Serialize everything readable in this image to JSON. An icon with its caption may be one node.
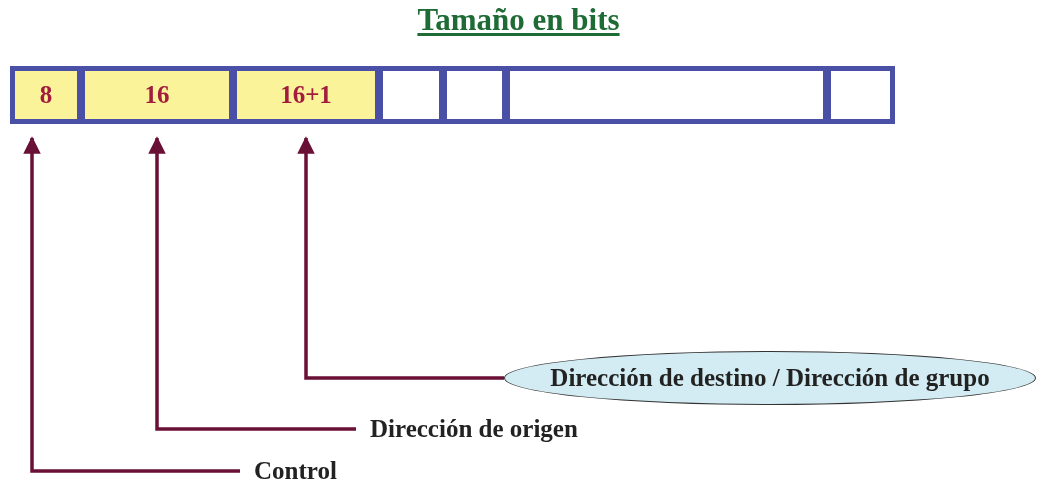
{
  "diagram": {
    "title": "Tamaño en bits",
    "nodes": [
      {
        "text": [
          "8"
        ]
      },
      {
        "text": [
          "16"
        ]
      },
      {
        "text": [
          "16+1"
        ]
      },
      {
        "text": [],
        "shape": "box"
      },
      {
        "text": [],
        "shape": "box"
      },
      {
        "text": [],
        "shape": "box"
      },
      {
        "text": [],
        "shape": "box"
      },
      {
        "text": [
          "Dirección de destino / Dirección de grupo"
        ]
      },
      {
        "text": [
          "Dirección de origen"
        ]
      },
      {
        "text": [
          "Control"
        ]
      }
    ],
    "edges": [
      {
        "from": 7,
        "to": 2,
        "arrow": "to"
      },
      {
        "from": 8,
        "to": 1,
        "arrow": "to"
      },
      {
        "from": 9,
        "to": 0,
        "arrow": "to"
      }
    ]
  }
}
